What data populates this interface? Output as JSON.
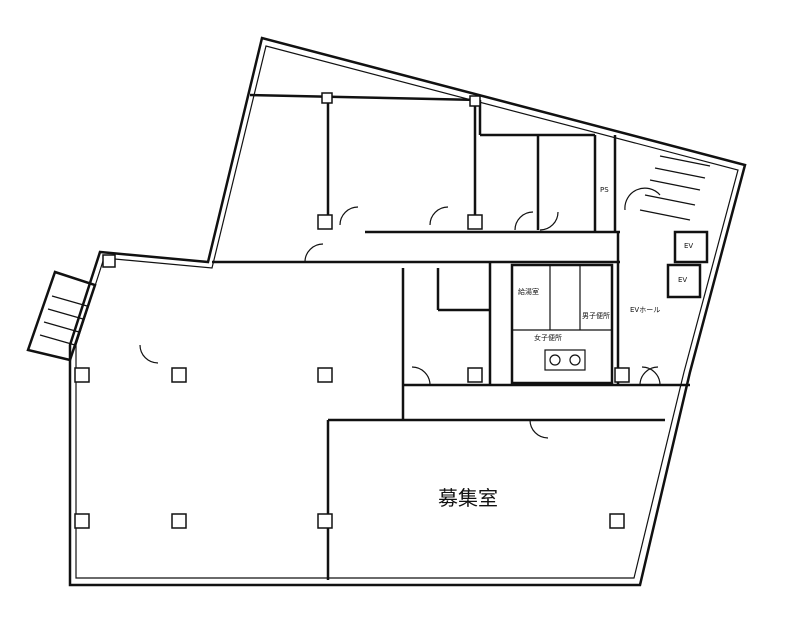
{
  "plan": {
    "vacant_room_label": "募集室",
    "labels": {
      "pipe_shaft": "PS",
      "elevator_1": "EV",
      "elevator_2": "EV",
      "elevator_hall": "EVホール",
      "kitchenette": "給湯室",
      "mens_restroom": "男子便所",
      "womens_restroom": "女子便所"
    },
    "colors": {
      "line": "#111111",
      "background": "#ffffff"
    }
  }
}
